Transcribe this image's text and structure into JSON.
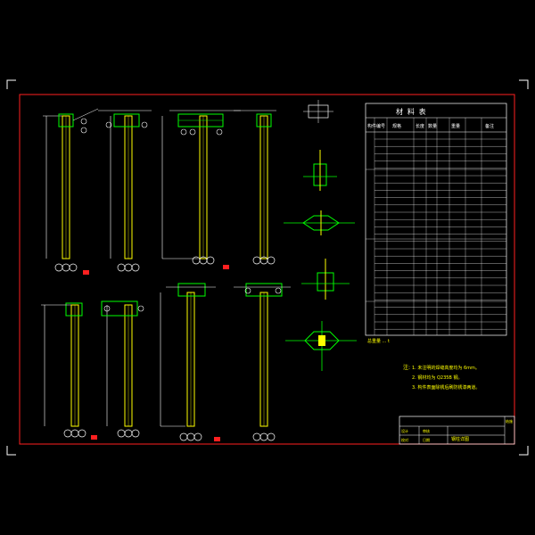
{
  "table": {
    "title": "材 料 表",
    "headers": [
      "构件",
      "编号",
      "规格",
      "长度",
      "数量",
      "重量",
      "",
      "",
      "备注"
    ]
  },
  "notes": {
    "lead": "注:",
    "lines": [
      "1. 未注明的焊缝高度均为 6mm。",
      "2. 钢材均为 Q235B 钢。",
      "3. 构件表面除锈后刷防锈漆两道。"
    ]
  },
  "table_footer": "总重量 ... t",
  "title_block": {
    "drawing_title": "钢柱详图",
    "labels": [
      "设计",
      "校对",
      "审核",
      "日期"
    ],
    "sheet_no": "结施"
  },
  "colors": {
    "frame": "#ff2020",
    "column": "#ffff00",
    "joint": "#00ff00",
    "text": "#ffffff",
    "note": "#ffff00"
  }
}
